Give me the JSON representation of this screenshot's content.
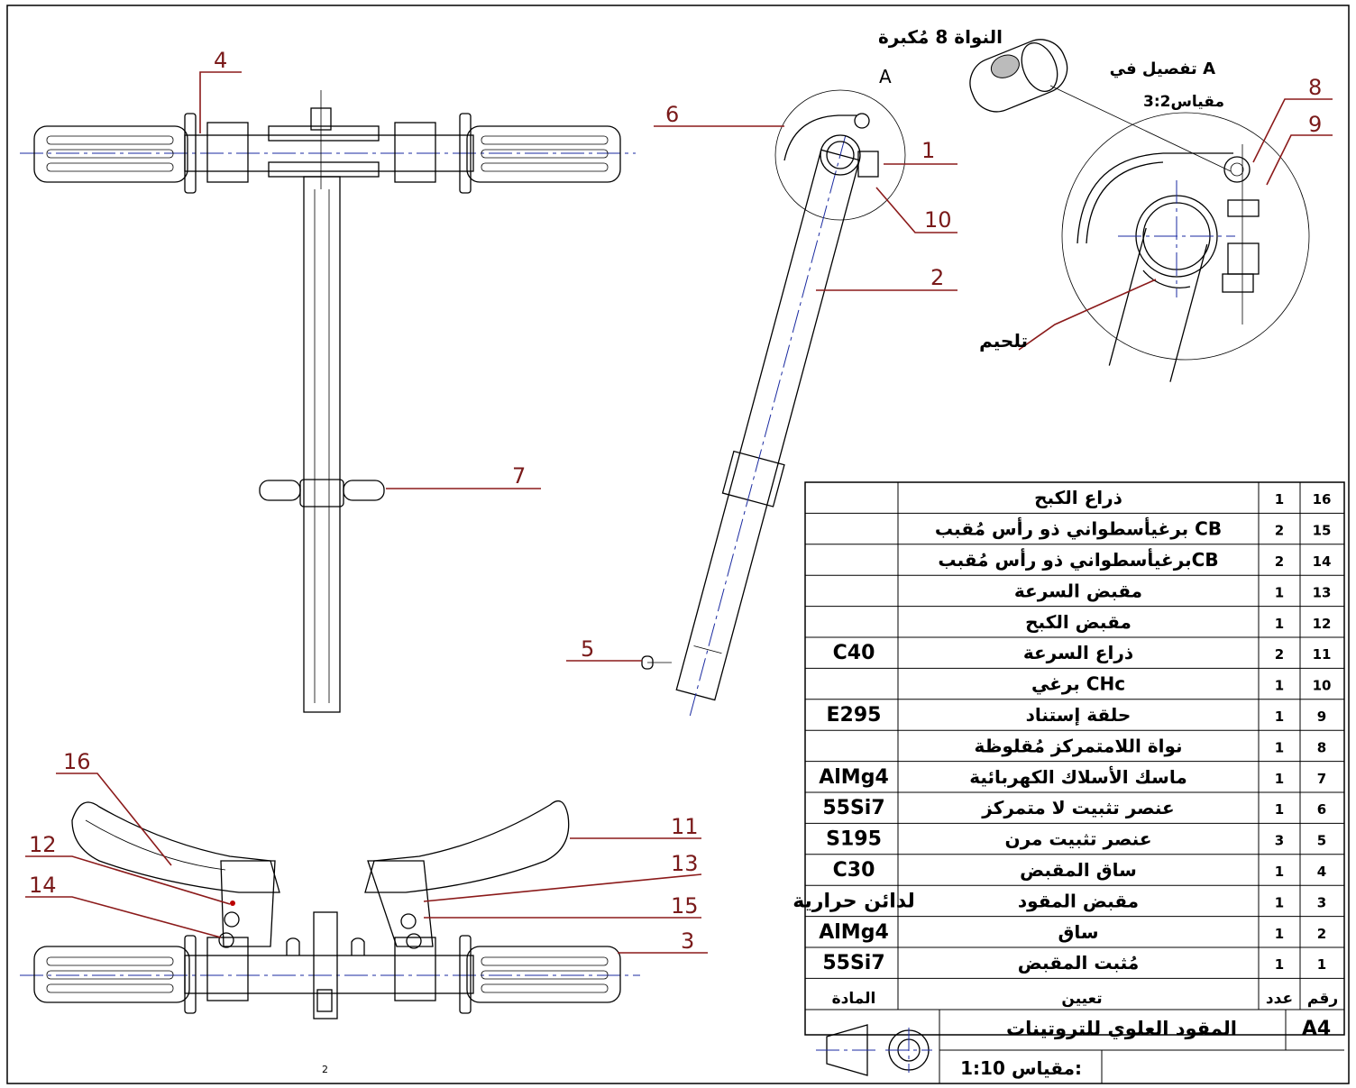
{
  "drawing": {
    "detail_caption": "تفصيل في A",
    "detail_scale": "مقياس3:2",
    "zoom_label": "A",
    "enlarged_label": "النواة 8 مُكبرة",
    "weld_label": "تلحيم",
    "page_number": "2",
    "callouts": [
      "1",
      "2",
      "3",
      "4",
      "5",
      "6",
      "7",
      "8",
      "9",
      "10",
      "11",
      "12",
      "13",
      "14",
      "15",
      "16"
    ]
  },
  "parts_table": {
    "rows": [
      {
        "num": "16",
        "qty": "1",
        "designation": "ذراع الكبح",
        "material": ""
      },
      {
        "num": "15",
        "qty": "2",
        "designation": "برغيأسطواني ذو رأس مُقبب  CB",
        "material": ""
      },
      {
        "num": "14",
        "qty": "2",
        "designation": "برغيأسطواني ذو رأس مُقببCB",
        "material": ""
      },
      {
        "num": "13",
        "qty": "1",
        "designation": "مقبض السرعة",
        "material": ""
      },
      {
        "num": "12",
        "qty": "1",
        "designation": "مقبض الكبح",
        "material": ""
      },
      {
        "num": "11",
        "qty": "2",
        "designation": "ذراع السرعة",
        "material": "C40"
      },
      {
        "num": "10",
        "qty": "1",
        "designation": "برغي  CHc",
        "material": ""
      },
      {
        "num": "9",
        "qty": "1",
        "designation": "حلقة إستناد",
        "material": "E295"
      },
      {
        "num": "8",
        "qty": "1",
        "designation": "نواة اللامتمركز مُقلوظة",
        "material": ""
      },
      {
        "num": "7",
        "qty": "1",
        "designation": "ماسك الأسلاك الكهربائية",
        "material": "AlMg4"
      },
      {
        "num": "6",
        "qty": "1",
        "designation": "عنصر تثبيت  لا متمركز",
        "material": "55Si7"
      },
      {
        "num": "5",
        "qty": "3",
        "designation": "عنصر تثبيت مرن",
        "material": "S195"
      },
      {
        "num": "4",
        "qty": "1",
        "designation": "ساق المقبض",
        "material": "C30"
      },
      {
        "num": "3",
        "qty": "1",
        "designation": "مقبض المقود",
        "material": "لدائن حرارية"
      },
      {
        "num": "2",
        "qty": "1",
        "designation": "ساق",
        "material": "AlMg4"
      },
      {
        "num": "1",
        "qty": "1",
        "designation": "مُثبت المقبض",
        "material": "55Si7"
      }
    ],
    "header": {
      "num": "رقم",
      "qty": "عدد",
      "designation": "تعيين",
      "material": "المادة"
    }
  },
  "title_block": {
    "title": "المقود العلوي للتروتينات",
    "format": "A4",
    "scale_label": "مقياس:",
    "scale_value": "1:10"
  }
}
